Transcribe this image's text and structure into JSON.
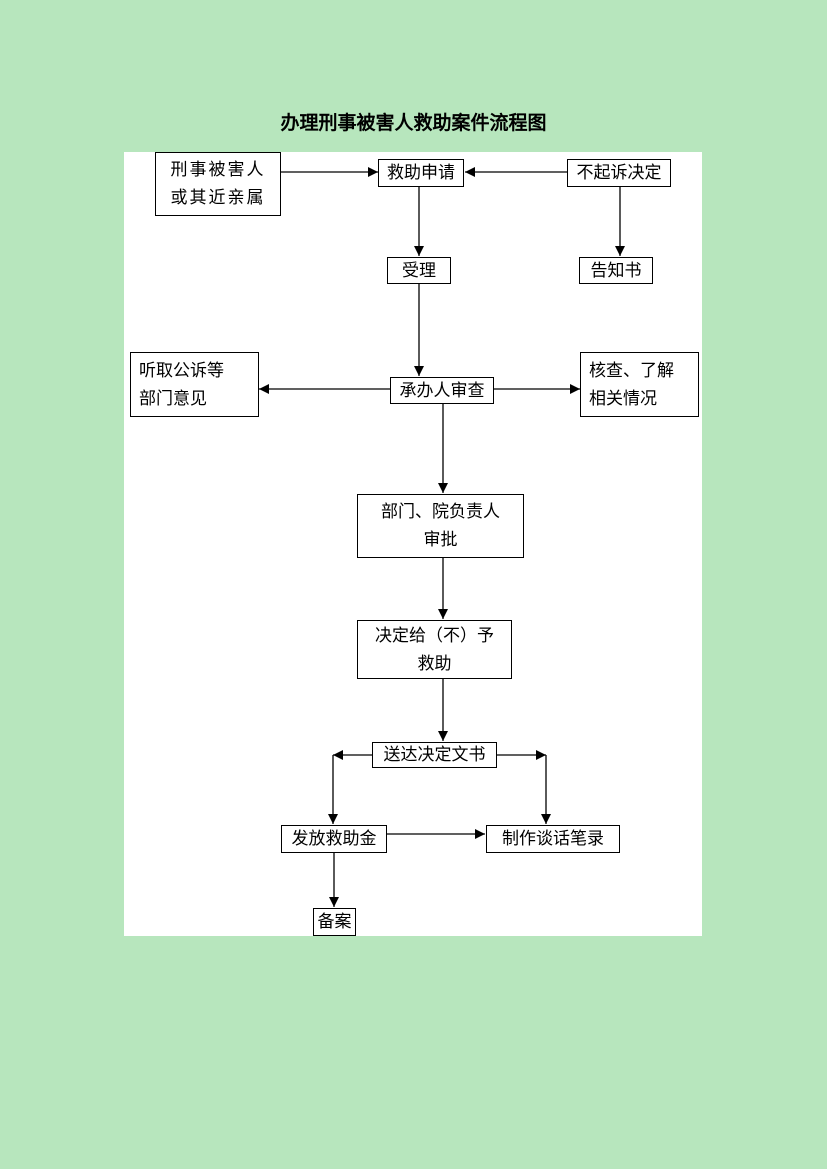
{
  "title": "办理刑事被害人救助案件流程图",
  "nodes": {
    "victim": [
      "刑事被害人",
      "或其近亲属"
    ],
    "apply": [
      "救助申请"
    ],
    "not_prosecute": [
      "不起诉决定"
    ],
    "accept": [
      "受理"
    ],
    "notice": [
      "告知书"
    ],
    "hear_opinion": [
      "听取公诉等",
      "部门意见"
    ],
    "review": [
      "承办人审查"
    ],
    "verify": [
      "核查、了解",
      "相关情况"
    ],
    "approve": [
      "部门、院负责人",
      "审批"
    ],
    "decide": [
      "决定给（不）予",
      "救助"
    ],
    "deliver": [
      "送达决定文书"
    ],
    "pay": [
      "发放救助金"
    ],
    "record": [
      "制作谈话笔录"
    ],
    "file": [
      "备案"
    ]
  },
  "colors": {
    "background": "#b7e6bd",
    "panel": "#ffffff",
    "stroke": "#000000"
  }
}
